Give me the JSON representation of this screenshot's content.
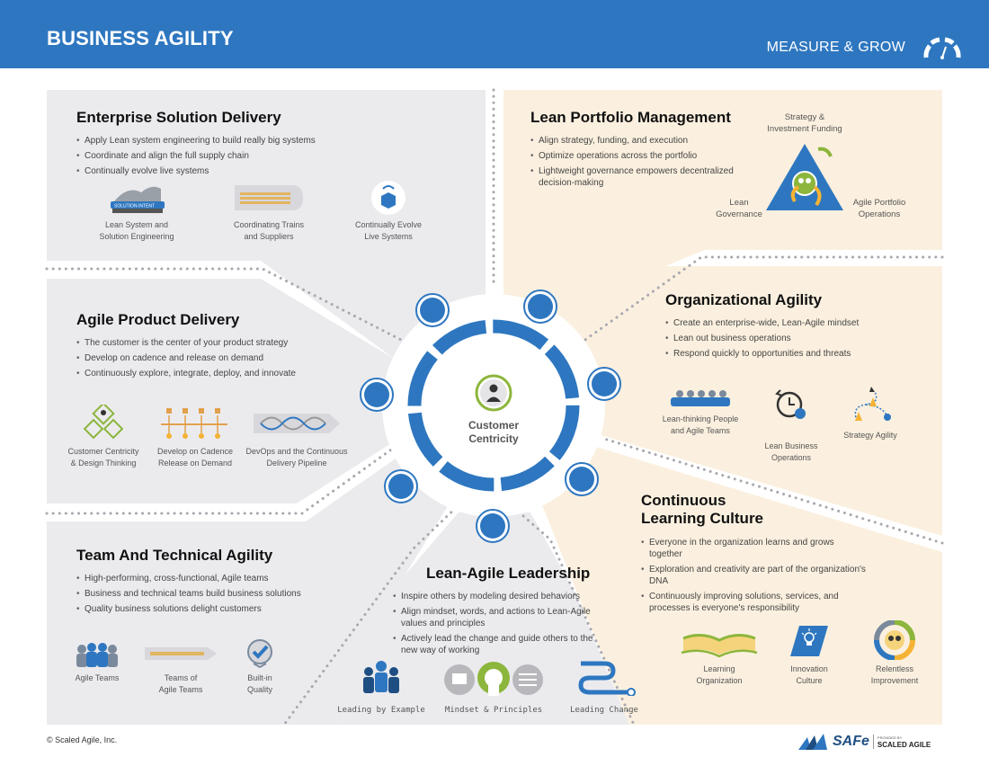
{
  "header": {
    "title": "BUSINESS AGILITY",
    "right_label": "MEASURE & GROW"
  },
  "center": {
    "line1": "Customer",
    "line2": "Centricity"
  },
  "esd": {
    "title": "Enterprise Solution Delivery",
    "bullets": [
      "Apply Lean system engineering to build really big systems",
      "Coordinate and align the full supply chain",
      "Continually evolve live systems"
    ],
    "icons": [
      {
        "l1": "Lean System and",
        "l2": "Solution Engineering",
        "badge": "SOLUTION INTENT"
      },
      {
        "l1": "Coordinating Trains",
        "l2": "and Suppliers"
      },
      {
        "l1": "Continually Evolve",
        "l2": "Live Systems"
      }
    ]
  },
  "lpm": {
    "title": "Lean Portfolio Management",
    "bullets": [
      "Align strategy, funding, and execution",
      "Optimize operations across the portfolio",
      "Lightweight governance empowers decentralized decision-making"
    ],
    "diagram": {
      "top1": "Strategy &",
      "top2": "Investment Funding",
      "left1": "Lean",
      "left2": "Governance",
      "right1": "Agile Portfolio",
      "right2": "Operations"
    }
  },
  "apd": {
    "title": "Agile Product Delivery",
    "bullets": [
      "The customer is the center of your product strategy",
      "Develop on cadence and release on demand",
      "Continuously explore, integrate, deploy, and innovate"
    ],
    "icons": [
      {
        "l1": "Customer Centricity",
        "l2": "& Design Thinking"
      },
      {
        "l1": "Develop on Cadence",
        "l2": "Release on Demand"
      },
      {
        "l1": "DevOps and the Continuous",
        "l2": "Delivery Pipeline"
      }
    ]
  },
  "oa": {
    "title": "Organizational Agility",
    "bullets": [
      "Create an enterprise-wide, Lean-Agile mindset",
      "Lean out business operations",
      "Respond quickly to opportunities and threats"
    ],
    "icons": [
      {
        "l1": "Lean-thinking People",
        "l2": "and Agile Teams"
      },
      {
        "l1": "Lean Business",
        "l2": "Operations"
      },
      {
        "l1": "Strategy Agility",
        "l2": ""
      }
    ]
  },
  "tta": {
    "title": "Team And Technical Agility",
    "bullets": [
      "High-performing, cross-functional, Agile teams",
      "Business and technical teams build business solutions",
      "Quality business solutions delight customers"
    ],
    "icons": [
      {
        "l1": "Agile Teams",
        "l2": ""
      },
      {
        "l1": "Teams of",
        "l2": "Agile Teams"
      },
      {
        "l1": "Built-in",
        "l2": "Quality"
      }
    ]
  },
  "lal": {
    "title": "Lean-Agile Leadership",
    "bullets": [
      "Inspire others by modeling desired behaviors",
      "Align mindset, words, and actions to Lean-Agile values and principles",
      "Actively lead the change and guide others to the new way of working"
    ],
    "icons": [
      {
        "l1": "Leading by Example"
      },
      {
        "l1": "Mindset & Principles"
      },
      {
        "l1": "Leading Change"
      }
    ]
  },
  "clc": {
    "title1": "Continuous",
    "title2": "Learning Culture",
    "bullets": [
      "Everyone in the organization learns and grows together",
      "Exploration and creativity are part of the organization's DNA",
      "Continuously improving solutions, services, and processes is everyone's responsibility"
    ],
    "icons": [
      {
        "l1": "Learning",
        "l2": "Organization"
      },
      {
        "l1": "Innovation",
        "l2": "Culture"
      },
      {
        "l1": "Relentless",
        "l2": "Improvement"
      }
    ]
  },
  "footer": {
    "copyright": "© Scaled Agile, Inc.",
    "logo_text": "SAFe",
    "logo_provided": "PROVIDED BY",
    "logo_company": "SCALED AGILE"
  },
  "colors": {
    "brand_blue": "#2e77c0",
    "left_panel": "#ebebee",
    "right_panel": "#fbf0df",
    "dot_gray": "#a8a8b0",
    "green": "#8cb63c",
    "yellow": "#f5b335"
  }
}
